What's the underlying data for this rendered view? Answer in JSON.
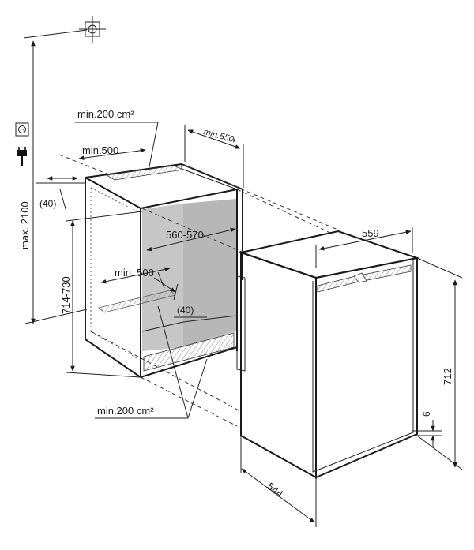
{
  "dimensions": {
    "max_height": "max. 2100",
    "niche_height": "714-730",
    "niche_width": "560-570",
    "depth_min_top": "min.550",
    "depth_asterisk": "*",
    "vent_area_top": "min.200 cm²",
    "vent_area_bottom": "min.200 cm²",
    "top_opening_width": "min.500",
    "inner_opening_width": "min. 500",
    "offset_top": "(40)",
    "offset_inner": "(40)",
    "appliance_width": "559",
    "appliance_height": "712",
    "appliance_depth": "544",
    "door_gap": "6"
  },
  "icons": {
    "outlet": "power-outlet-icon",
    "plug": "power-plug-icon",
    "alignment_mark": "crosshair-icon"
  }
}
